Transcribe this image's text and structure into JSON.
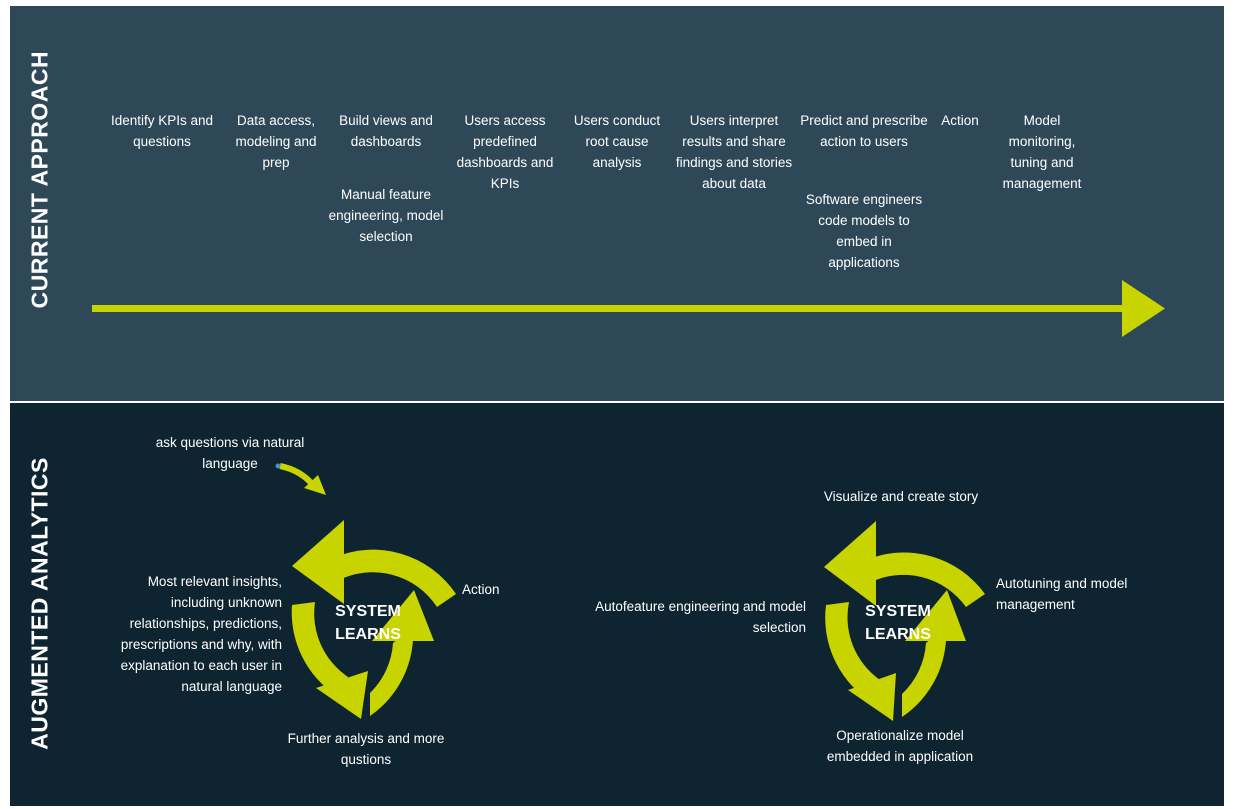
{
  "colors": {
    "top_bg": "#2e4857",
    "bottom_bg": "#0e2430",
    "accent": "#c8d400",
    "text": "#ffffff"
  },
  "current": {
    "title": "CURRENT APPROACH",
    "steps": [
      "Identify KPIs and questions",
      "Data access, modeling and prep",
      "Build views and dashboards",
      "Manual feature engineering, model selection",
      "Users access predefined dashboards and KPIs",
      "Users conduct root cause analysis",
      "Users interpret results and share findings and stories about data",
      "Predict and prescribe action to users",
      "Software engineers code models to embed in applications",
      "Action",
      "Model monitoring, tuning and management"
    ]
  },
  "augmented": {
    "title": "AUGMENTED ANALYTICS",
    "left_cycle": {
      "center": "SYSTEM LEARNS",
      "input": "ask questions via natural language",
      "right": "Action",
      "bottom": "Further analysis and more qustions",
      "left": "Most relevant insights, including unknown relationships, predictions, prescriptions and why, with explanation to each user in natural language"
    },
    "right_cycle": {
      "center": "SYSTEM LEARNS",
      "top": "Visualize and create story",
      "right": "Autotuning and model management",
      "bottom": "Operationalize model embedded in application",
      "left": "Autofeature engineering and model selection"
    }
  }
}
